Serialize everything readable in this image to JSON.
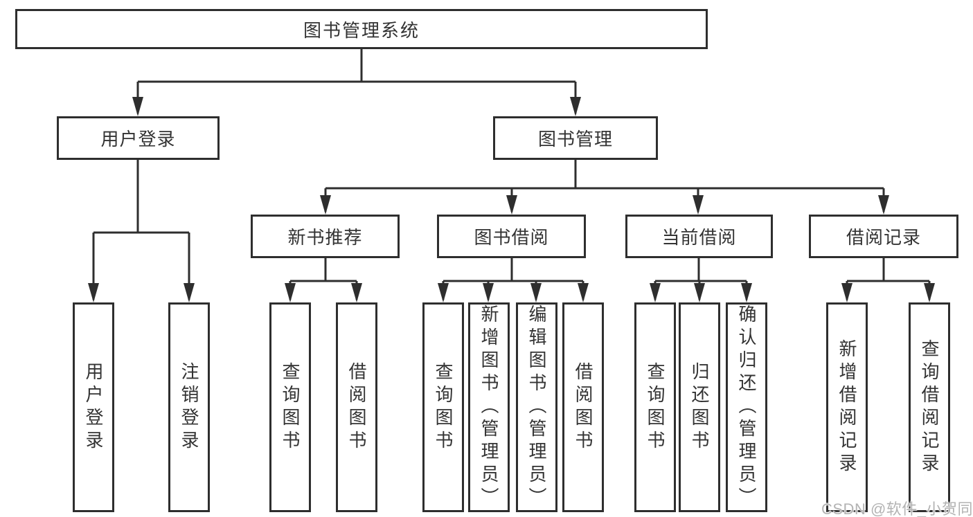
{
  "tree": {
    "label": "图书管理系统",
    "children": [
      {
        "label": "用户登录",
        "children": [
          {
            "label": "用户登录"
          },
          {
            "label": "注销登录"
          }
        ]
      },
      {
        "label": "图书管理",
        "children": [
          {
            "label": "新书推荐",
            "children": [
              {
                "label": "查询图书"
              },
              {
                "label": "借阅图书"
              }
            ]
          },
          {
            "label": "图书借阅",
            "children": [
              {
                "label": "查询图书"
              },
              {
                "label": "新增图书（管理员）"
              },
              {
                "label": "编辑图书（管理员）"
              },
              {
                "label": "借阅图书"
              }
            ]
          },
          {
            "label": "当前借阅",
            "children": [
              {
                "label": "查询图书"
              },
              {
                "label": "归还图书"
              },
              {
                "label": "确认归还（管理员）"
              }
            ]
          },
          {
            "label": "借阅记录",
            "children": [
              {
                "label": "新增借阅记录"
              },
              {
                "label": "查询借阅记录"
              }
            ]
          }
        ]
      }
    ]
  },
  "watermark": {
    "text": "CSDN @软件_小贺同学"
  },
  "colors": {
    "line": "#2e2e2e",
    "text": "#333333",
    "box_background": "#ffffff",
    "watermark": "#b3b3b3",
    "page_background": "#ffffff"
  }
}
